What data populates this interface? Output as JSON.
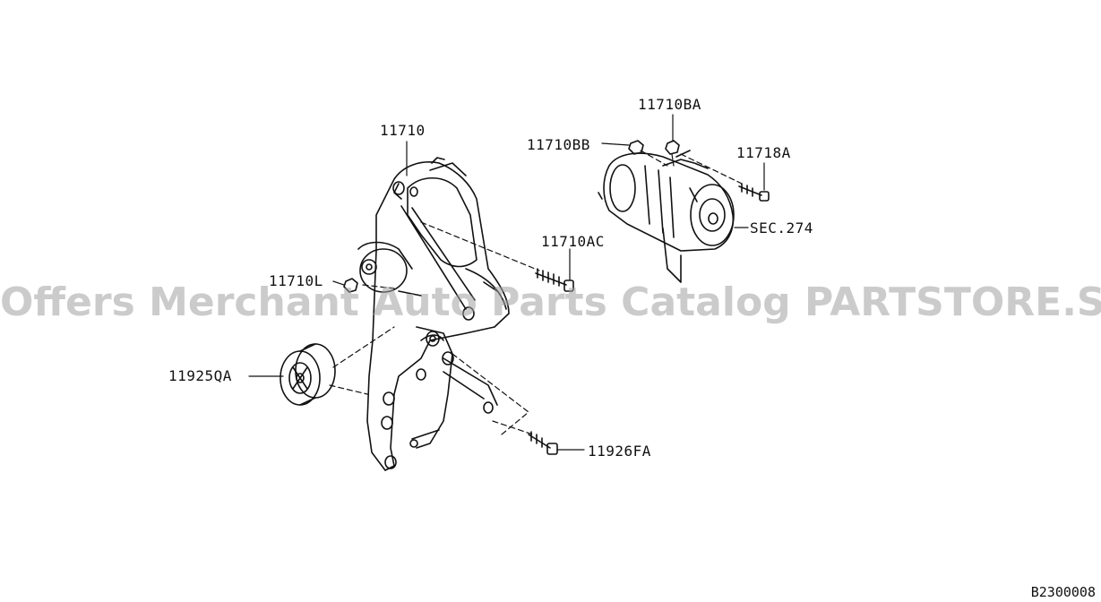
{
  "diagram": {
    "labels": {
      "p11710": "11710",
      "p11710BA": "11710BA",
      "p11710BB": "11710BB",
      "p11718A": "11718A",
      "sec274": "SEC.274",
      "p11710AC": "11710AC",
      "p11710L": "11710L",
      "p11925QA": "11925QA",
      "p11926FA": "11926FA"
    },
    "figure_id": "B2300008"
  },
  "watermark": {
    "text": "Offers Merchant Auto Parts Catalog PARTSTORE.SA"
  },
  "colors": {
    "line": "#111111",
    "watermark": "#a0a0a0"
  }
}
